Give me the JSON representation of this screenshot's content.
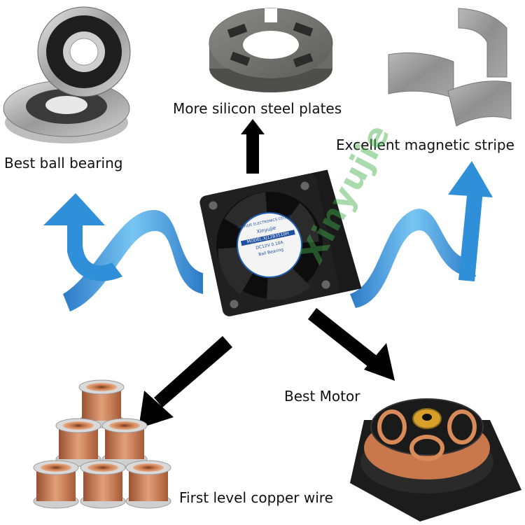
{
  "labels": {
    "bearing": "Best ball bearing",
    "steel": "More silicon steel plates",
    "magnet": "Excellent magnetic stripe",
    "motor": "Best Motor",
    "copper": "First level copper wire"
  },
  "fan_sticker": {
    "company": "XINYUJIE ELECTRONICS CO.,LTD",
    "brand": "Xinyujie",
    "model": "MODEL:XJ12B3510H",
    "rating": "DC12V 0.10A",
    "bearing": "Ball Bearing"
  },
  "watermark": "Xinyujie",
  "colors": {
    "arrow": "#000000",
    "ribbon_blue": "#2f8fd8",
    "ribbon_light": "#cfe9fb",
    "copper": "#c8784a",
    "fan_body": "#1a1a1a",
    "watermark": "#3fae49"
  },
  "icons": [
    "ball-bearing-icon",
    "steel-plates-icon",
    "magnet-stripe-icon",
    "fan-icon",
    "motor-icon",
    "copper-wire-icon",
    "ribbon-arrow-icon"
  ]
}
